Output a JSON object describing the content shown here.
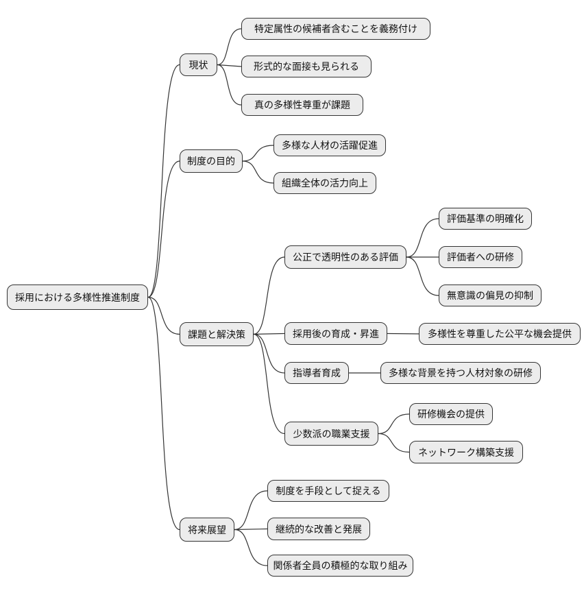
{
  "mindmap": {
    "type": "mindmap-diagram",
    "colors": {
      "background": "#ffffff",
      "node_fill": "#ececec",
      "node_border": "#333333",
      "edge": "#333333",
      "text": "#111111"
    },
    "nodes": [
      {
        "id": "root",
        "level": 0,
        "label": "採用における多様性推進制度"
      },
      {
        "id": "current-status",
        "level": 1,
        "label": "現状"
      },
      {
        "id": "mandate-specific-attributes",
        "level": 2,
        "label": "特定属性の候補者含むことを義務付け"
      },
      {
        "id": "formal-interviews",
        "level": 2,
        "label": "形式的な面接も見られる"
      },
      {
        "id": "true-diversity-challenge",
        "level": 2,
        "label": "真の多様性尊重が課題"
      },
      {
        "id": "system-purpose",
        "level": 1,
        "label": "制度の目的"
      },
      {
        "id": "diverse-talent-promotion",
        "level": 2,
        "label": "多様な人材の活躍促進"
      },
      {
        "id": "org-vitality-improvement",
        "level": 2,
        "label": "組織全体の活力向上"
      },
      {
        "id": "issues-and-solutions",
        "level": 1,
        "label": "課題と解決策"
      },
      {
        "id": "fair-transparent-evaluation",
        "level": 2,
        "label": "公正で透明性のある評価"
      },
      {
        "id": "evaluation-criteria-clarification",
        "level": 3,
        "label": "評価基準の明確化"
      },
      {
        "id": "evaluator-training",
        "level": 3,
        "label": "評価者への研修"
      },
      {
        "id": "unconscious-bias-suppression",
        "level": 3,
        "label": "無意識の偏見の抑制"
      },
      {
        "id": "post-hire-development-promotion",
        "level": 2,
        "label": "採用後の育成・昇進"
      },
      {
        "id": "fair-opportunity-provision",
        "level": 3,
        "label": "多様性を尊重した公平な機会提供"
      },
      {
        "id": "leader-development",
        "level": 2,
        "label": "指導者育成"
      },
      {
        "id": "diverse-background-training",
        "level": 3,
        "label": "多様な背景を持つ人材対象の研修"
      },
      {
        "id": "minority-career-support",
        "level": 2,
        "label": "少数派の職業支援"
      },
      {
        "id": "training-opportunity-provision",
        "level": 3,
        "label": "研修機会の提供"
      },
      {
        "id": "network-building-support",
        "level": 3,
        "label": "ネットワーク構築支援"
      },
      {
        "id": "future-outlook",
        "level": 1,
        "label": "将来展望"
      },
      {
        "id": "system-as-means",
        "level": 2,
        "label": "制度を手段として捉える"
      },
      {
        "id": "continuous-improvement",
        "level": 2,
        "label": "継続的な改善と発展"
      },
      {
        "id": "all-stakeholders-engagement",
        "level": 2,
        "label": "関係者全員の積極的な取り組み"
      }
    ],
    "edges": [
      [
        "root",
        "current-status"
      ],
      [
        "current-status",
        "mandate-specific-attributes"
      ],
      [
        "current-status",
        "formal-interviews"
      ],
      [
        "current-status",
        "true-diversity-challenge"
      ],
      [
        "root",
        "system-purpose"
      ],
      [
        "system-purpose",
        "diverse-talent-promotion"
      ],
      [
        "system-purpose",
        "org-vitality-improvement"
      ],
      [
        "root",
        "issues-and-solutions"
      ],
      [
        "issues-and-solutions",
        "fair-transparent-evaluation"
      ],
      [
        "fair-transparent-evaluation",
        "evaluation-criteria-clarification"
      ],
      [
        "fair-transparent-evaluation",
        "evaluator-training"
      ],
      [
        "fair-transparent-evaluation",
        "unconscious-bias-suppression"
      ],
      [
        "issues-and-solutions",
        "post-hire-development-promotion"
      ],
      [
        "post-hire-development-promotion",
        "fair-opportunity-provision"
      ],
      [
        "issues-and-solutions",
        "leader-development"
      ],
      [
        "leader-development",
        "diverse-background-training"
      ],
      [
        "issues-and-solutions",
        "minority-career-support"
      ],
      [
        "minority-career-support",
        "training-opportunity-provision"
      ],
      [
        "minority-career-support",
        "network-building-support"
      ],
      [
        "root",
        "future-outlook"
      ],
      [
        "future-outlook",
        "system-as-means"
      ],
      [
        "future-outlook",
        "continuous-improvement"
      ],
      [
        "future-outlook",
        "all-stakeholders-engagement"
      ]
    ]
  }
}
